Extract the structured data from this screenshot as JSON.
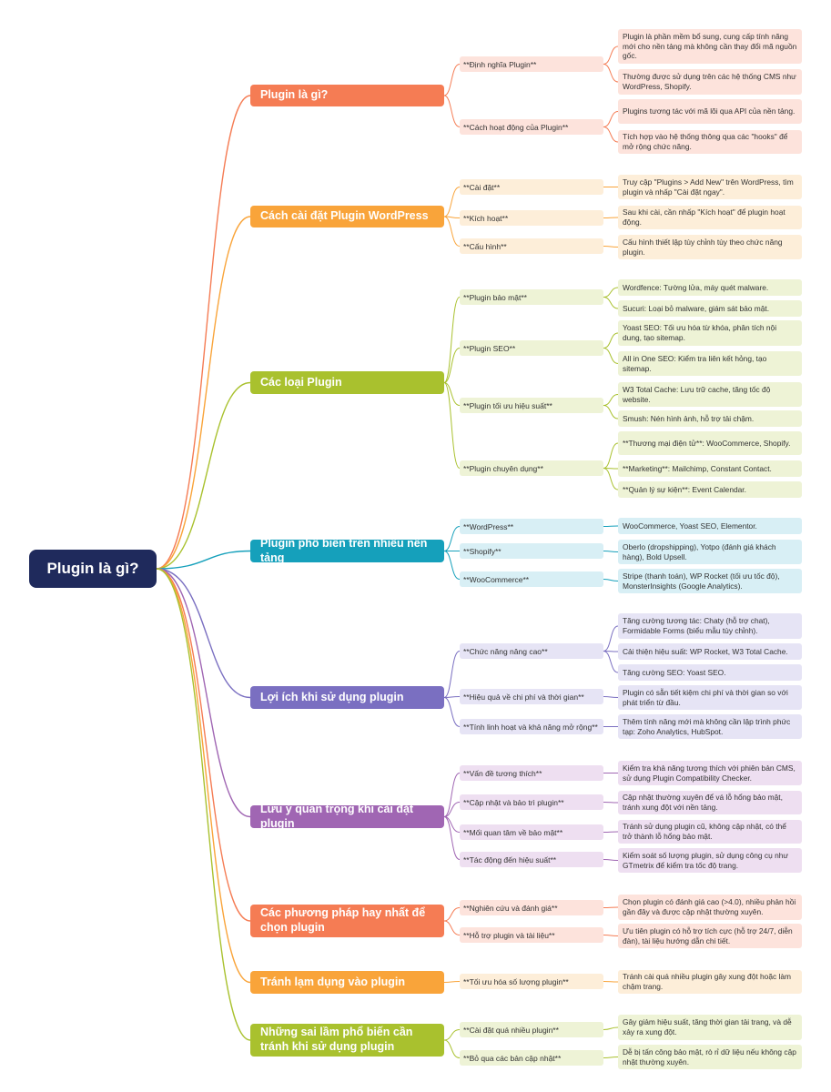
{
  "root": "Plugin là gì?",
  "colors": {
    "root": "#1f2a5c",
    "branches": [
      "#f57c54",
      "#f9a43a",
      "#a9c12e",
      "#15a0bb",
      "#7a6fc1",
      "#a066b3",
      "#f57c54",
      "#f9a43a",
      "#a9c12e"
    ],
    "sub_fills": [
      "#fde3dc",
      "#fdeed9",
      "#eef3d6",
      "#d8eff5",
      "#e6e4f5",
      "#eedff1",
      "#fde3dc",
      "#fdeed9",
      "#eef3d6"
    ]
  },
  "branches": [
    {
      "label": "Plugin là gì?",
      "children": [
        {
          "label": "**Định nghĩa Plugin**",
          "leaves": [
            "Plugin là phần mềm bổ sung, cung cấp tính năng mới cho nền tảng mà không cần thay đổi mã nguồn gốc.",
            "Thường được sử dụng trên các hệ thống CMS như WordPress, Shopify."
          ]
        },
        {
          "label": "**Cách hoạt động của Plugin**",
          "leaves": [
            "Plugins tương tác với mã lõi qua API của nền tảng.",
            "Tích hợp vào hệ thống thông qua các \"hooks\" để mở rộng chức năng."
          ]
        }
      ]
    },
    {
      "label": "Cách cài đặt Plugin WordPress",
      "children": [
        {
          "label": "**Cài đặt**",
          "leaves": [
            "Truy cập \"Plugins > Add New\" trên WordPress, tìm plugin và nhấp \"Cài đặt ngay\"."
          ]
        },
        {
          "label": "**Kích hoạt**",
          "leaves": [
            "Sau khi cài, cần nhấp \"Kích hoạt\" để plugin hoạt động."
          ]
        },
        {
          "label": "**Cấu hình**",
          "leaves": [
            "Cấu hình thiết lập tùy chỉnh tùy theo chức năng plugin."
          ]
        }
      ]
    },
    {
      "label": "Các loại Plugin",
      "children": [
        {
          "label": "**Plugin bảo mật**",
          "leaves": [
            "Wordfence: Tường lửa, máy quét malware.",
            "Sucuri: Loại bỏ malware, giám sát bảo mật."
          ]
        },
        {
          "label": "**Plugin SEO**",
          "leaves": [
            "Yoast SEO: Tối ưu hóa từ khóa, phân tích nội dung, tạo sitemap.",
            "All in One SEO: Kiểm tra liên kết hỏng, tạo sitemap."
          ]
        },
        {
          "label": "**Plugin tối ưu hiệu suất**",
          "leaves": [
            "W3 Total Cache: Lưu trữ cache, tăng tốc độ website.",
            "Smush: Nén hình ảnh, hỗ trợ tải chậm."
          ]
        },
        {
          "label": "**Plugin chuyên dụng**",
          "leaves": [
            "**Thương mại điện tử**: WooCommerce, Shopify.",
            "**Marketing**: Mailchimp, Constant Contact.",
            "**Quản lý sự kiện**: Event Calendar."
          ]
        }
      ]
    },
    {
      "label": "Plugin phổ biến trên nhiều nền tảng",
      "children": [
        {
          "label": "**WordPress**",
          "leaves": [
            "WooCommerce, Yoast SEO, Elementor."
          ]
        },
        {
          "label": "**Shopify**",
          "leaves": [
            "Oberlo (dropshipping), Yotpo (đánh giá khách hàng), Bold Upsell."
          ]
        },
        {
          "label": "**WooCommerce**",
          "leaves": [
            "Stripe (thanh toán), WP Rocket (tối ưu tốc độ), MonsterInsights (Google Analytics)."
          ]
        }
      ]
    },
    {
      "label": "Lợi ích khi sử dụng plugin",
      "children": [
        {
          "label": "**Chức năng nâng cao**",
          "leaves": [
            "Tăng cường tương tác: Chaty (hỗ trợ chat), Formidable Forms (biểu mẫu tùy chỉnh).",
            "Cải thiện hiệu suất: WP Rocket, W3 Total Cache.",
            "Tăng cường SEO: Yoast SEO."
          ]
        },
        {
          "label": "**Hiệu quả về chi phí và thời gian**",
          "leaves": [
            "Plugin có sẵn tiết kiệm chi phí và thời gian so với phát triển từ đầu."
          ]
        },
        {
          "label": "**Tính linh hoạt và khả năng mở rộng**",
          "leaves": [
            "Thêm tính năng mới mà không cần lập trình phức tạp: Zoho Analytics, HubSpot."
          ]
        }
      ]
    },
    {
      "label": "Lưu ý quan trọng khi cài đặt plugin",
      "children": [
        {
          "label": "**Vấn đề tương thích**",
          "leaves": [
            "Kiểm tra khả năng tương thích với phiên bản CMS, sử dụng Plugin Compatibility Checker."
          ]
        },
        {
          "label": "**Cập nhật và bảo trì plugin**",
          "leaves": [
            "Cập nhật thường xuyên để vá lỗ hổng bảo mật, tránh xung đột với nền tảng."
          ]
        },
        {
          "label": "**Mối quan tâm về bảo mật**",
          "leaves": [
            "Tránh sử dụng plugin cũ, không cập nhật, có thể trở thành lỗ hổng bảo mật."
          ]
        },
        {
          "label": "**Tác động đến hiệu suất**",
          "leaves": [
            "Kiểm soát số lượng plugin, sử dụng công cụ như GTmetrix để kiểm tra tốc độ trang."
          ]
        }
      ]
    },
    {
      "label": "Các phương pháp hay nhất để chọn plugin",
      "children": [
        {
          "label": "**Nghiên cứu và đánh giá**",
          "leaves": [
            "Chọn plugin có đánh giá cao (>4.0), nhiều phản hồi gần đây và được cập nhật thường xuyên."
          ]
        },
        {
          "label": "**Hỗ trợ plugin và tài liệu**",
          "leaves": [
            "Ưu tiên plugin có hỗ trợ tích cực (hỗ trợ 24/7, diễn đàn), tài liệu hướng dẫn chi tiết."
          ]
        }
      ]
    },
    {
      "label": "Tránh lạm dụng vào plugin",
      "children": [
        {
          "label": "**Tối ưu hóa số lượng plugin**",
          "leaves": [
            "Tránh cài quá nhiều plugin gây xung đột hoặc làm chậm trang."
          ]
        }
      ]
    },
    {
      "label": "Những sai lầm phổ biến cần tránh khi sử dụng plugin",
      "children": [
        {
          "label": "**Cài đặt quá nhiều plugin**",
          "leaves": [
            "Gây giảm hiệu suất, tăng thời gian tải trang, và dễ xảy ra xung đột."
          ]
        },
        {
          "label": "**Bỏ qua các bản cập nhật**",
          "leaves": [
            "Dễ bị tấn công bảo mật, rò rỉ dữ liệu nếu không cập nhật thường xuyên."
          ]
        }
      ]
    }
  ]
}
